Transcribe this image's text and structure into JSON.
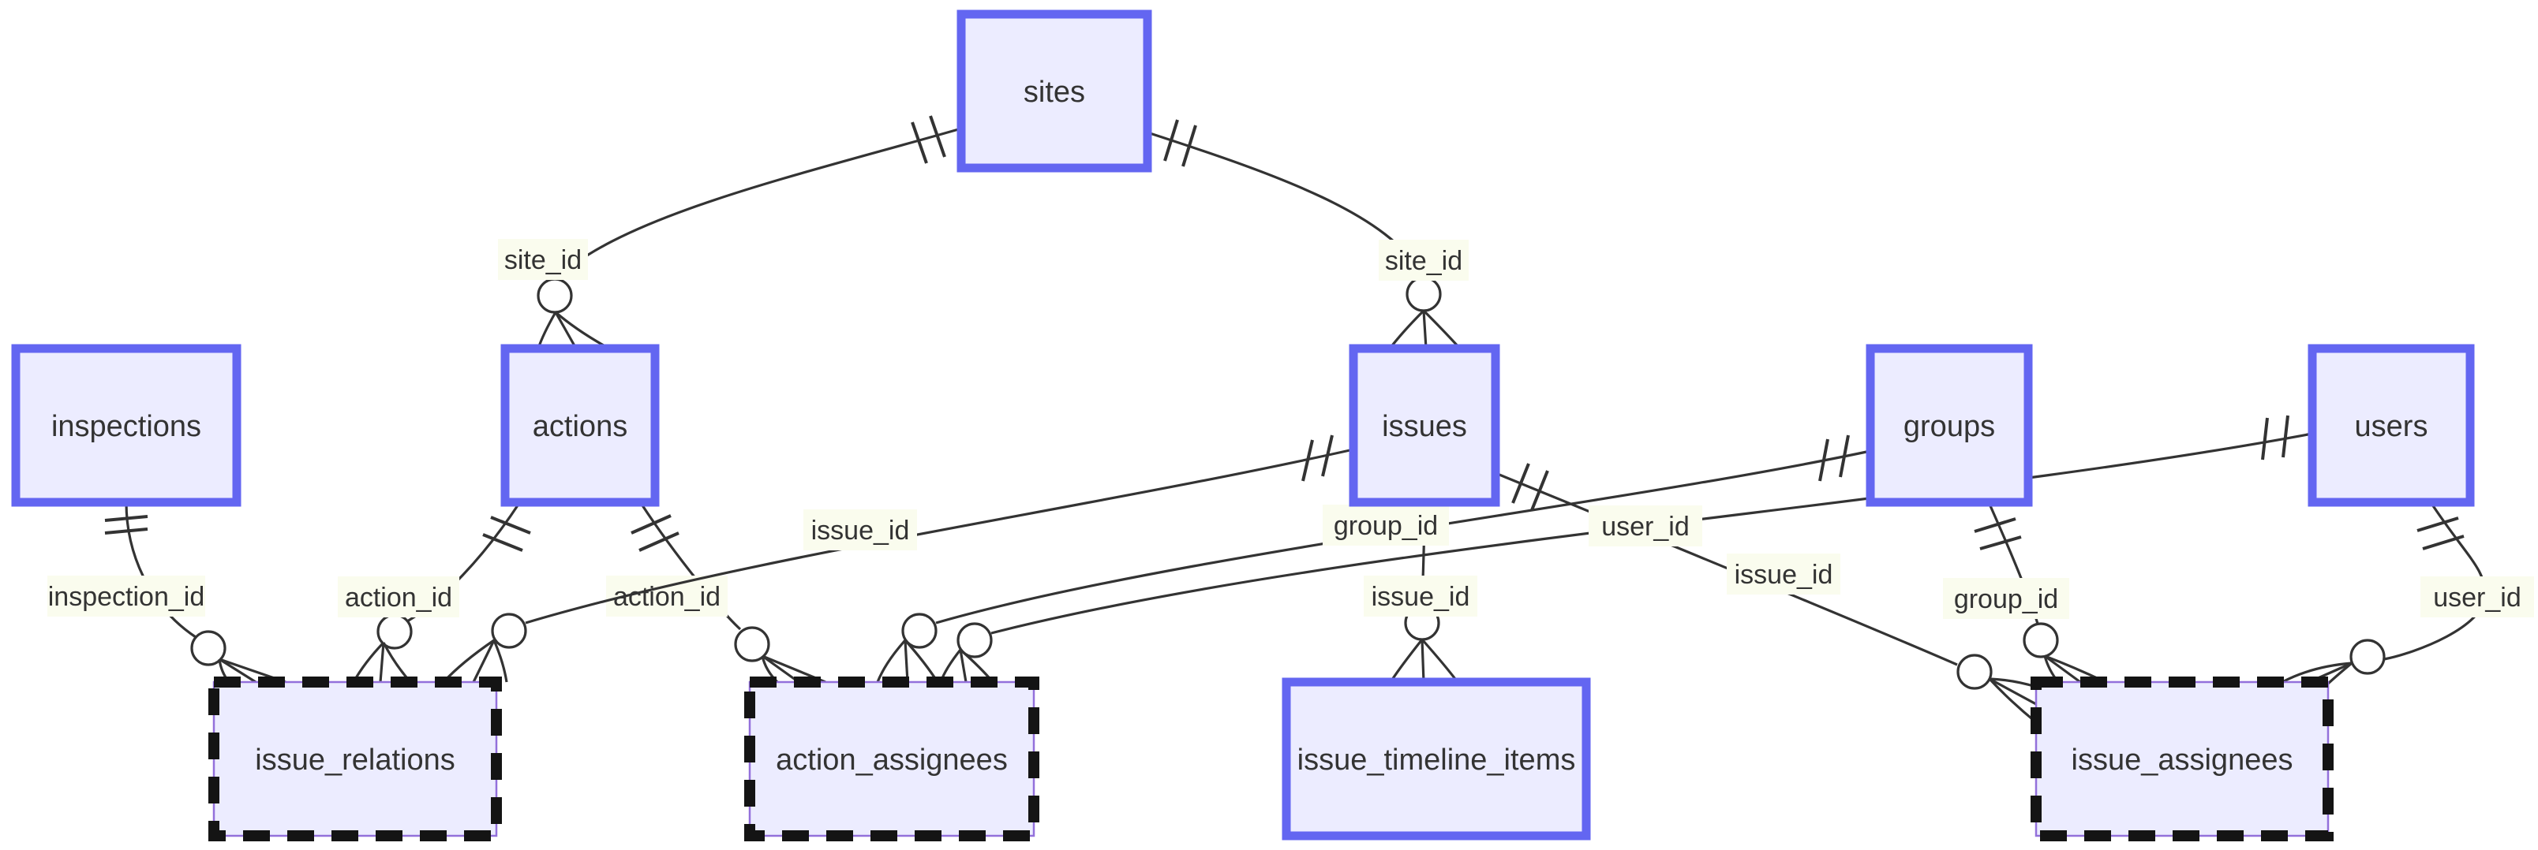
{
  "diagram": {
    "type": "entity-relationship-diagram",
    "entities": [
      {
        "id": "sites",
        "label": "sites",
        "border": "solid"
      },
      {
        "id": "inspections",
        "label": "inspections",
        "border": "solid"
      },
      {
        "id": "actions",
        "label": "actions",
        "border": "solid"
      },
      {
        "id": "issues",
        "label": "issues",
        "border": "solid"
      },
      {
        "id": "groups",
        "label": "groups",
        "border": "solid"
      },
      {
        "id": "users",
        "label": "users",
        "border": "solid"
      },
      {
        "id": "issue_relations",
        "label": "issue_relations",
        "border": "dashed"
      },
      {
        "id": "action_assignees",
        "label": "action_assignees",
        "border": "dashed"
      },
      {
        "id": "issue_timeline_items",
        "label": "issue_timeline_items",
        "border": "solid"
      },
      {
        "id": "issue_assignees",
        "label": "issue_assignees",
        "border": "dashed"
      }
    ],
    "relationships": [
      {
        "from": "sites",
        "to": "actions",
        "label": "site_id",
        "parent_cardinality": "one-and-only-one",
        "child_cardinality": "zero-or-many"
      },
      {
        "from": "sites",
        "to": "issues",
        "label": "site_id",
        "parent_cardinality": "one-and-only-one",
        "child_cardinality": "zero-or-many"
      },
      {
        "from": "inspections",
        "to": "issue_relations",
        "label": "inspection_id",
        "parent_cardinality": "one-and-only-one",
        "child_cardinality": "zero-or-many"
      },
      {
        "from": "actions",
        "to": "issue_relations",
        "label": "action_id",
        "parent_cardinality": "one-and-only-one",
        "child_cardinality": "zero-or-many"
      },
      {
        "from": "actions",
        "to": "action_assignees",
        "label": "action_id",
        "parent_cardinality": "one-and-only-one",
        "child_cardinality": "zero-or-many"
      },
      {
        "from": "issues",
        "to": "issue_relations",
        "label": "issue_id",
        "parent_cardinality": "one-and-only-one",
        "child_cardinality": "zero-or-many"
      },
      {
        "from": "issues",
        "to": "issue_timeline_items",
        "label": "issue_id",
        "parent_cardinality": "one-and-only-one",
        "child_cardinality": "zero-or-many"
      },
      {
        "from": "issues",
        "to": "issue_assignees",
        "label": "issue_id",
        "parent_cardinality": "one-and-only-one",
        "child_cardinality": "zero-or-many"
      },
      {
        "from": "groups",
        "to": "action_assignees",
        "label": "group_id",
        "parent_cardinality": "one-and-only-one",
        "child_cardinality": "zero-or-many"
      },
      {
        "from": "users",
        "to": "action_assignees",
        "label": "user_id",
        "parent_cardinality": "one-and-only-one",
        "child_cardinality": "zero-or-many"
      },
      {
        "from": "groups",
        "to": "issue_assignees",
        "label": "group_id",
        "parent_cardinality": "one-and-only-one",
        "child_cardinality": "zero-or-many"
      },
      {
        "from": "users",
        "to": "issue_assignees",
        "label": "user_id",
        "parent_cardinality": "one-and-only-one",
        "child_cardinality": "zero-or-many"
      }
    ],
    "colors": {
      "entity_fill": "#ECECFF",
      "entity_stroke": "#6366F1",
      "dashed_stroke": "#141414",
      "inner_dash_line": "#9370DB",
      "edge_line": "#333333",
      "label_bg": "#FAFCEE",
      "text": "#333333"
    }
  }
}
